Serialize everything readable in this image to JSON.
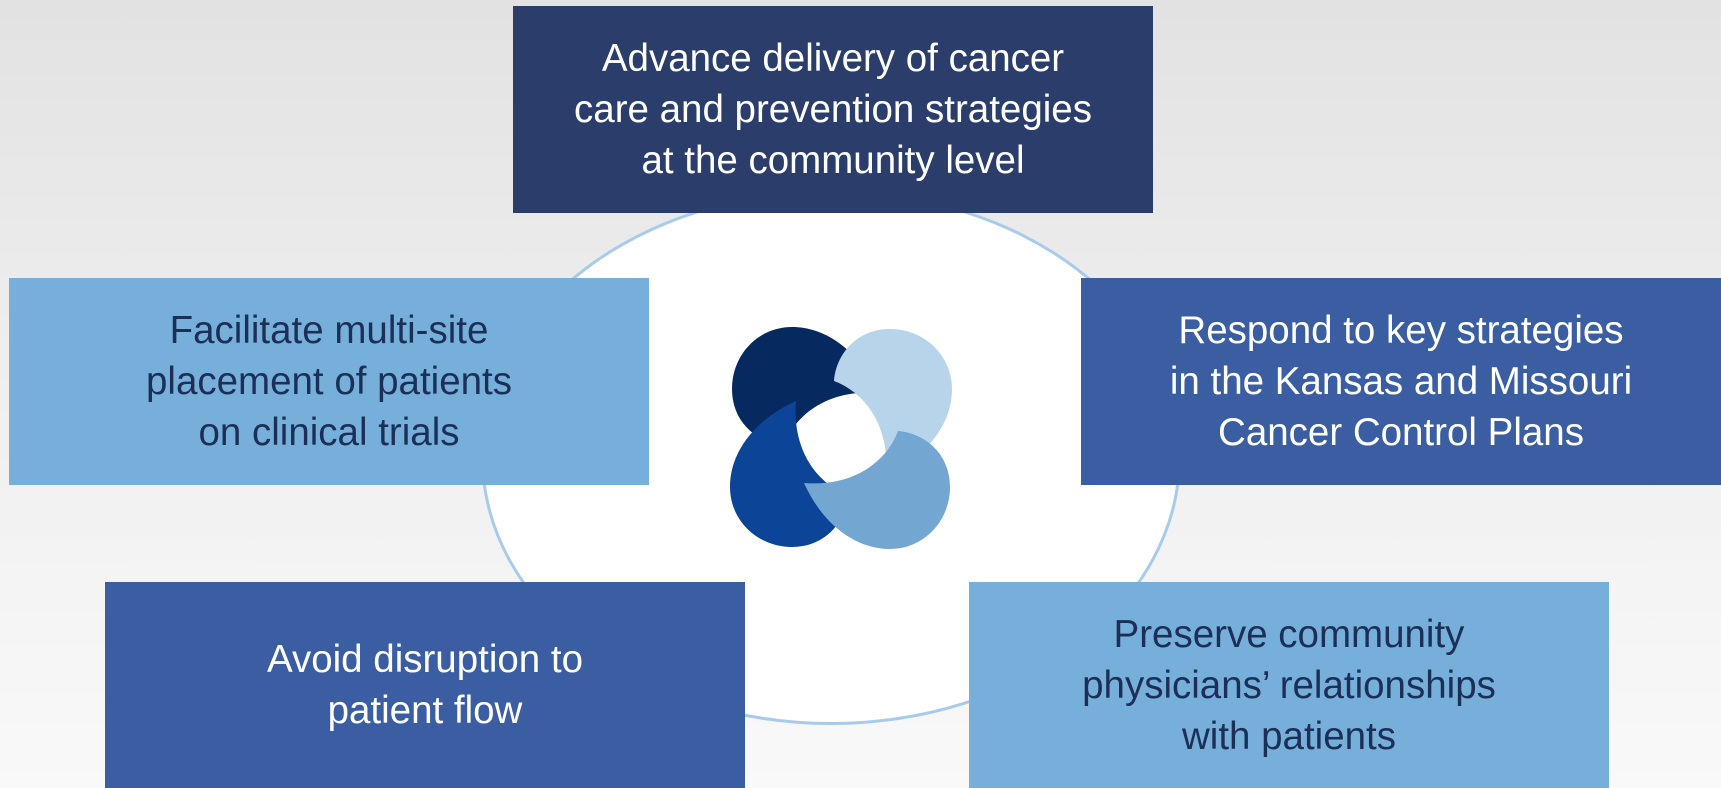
{
  "center_logo": {
    "icon": "four-petal-logo-icon",
    "colors": [
      "#062a5f",
      "#b7d4ea",
      "#0c4497",
      "#74a6d2"
    ]
  },
  "boxes": {
    "top": {
      "lines": [
        "Advance delivery of cancer",
        "care and prevention strategies",
        "at the community level"
      ],
      "color": "#2a3d6b"
    },
    "left": {
      "lines": [
        "Facilitate multi-site",
        "placement of patients",
        "on clinical trials"
      ],
      "color": "#77afdb"
    },
    "right": {
      "lines": [
        "Respond to key strategies",
        "in the Kansas and Missouri",
        "Cancer Control Plans"
      ],
      "color": "#3b5ea3"
    },
    "bottom_left": {
      "lines": [
        "Avoid disruption to",
        "patient flow"
      ],
      "color": "#3b5ea3"
    },
    "bottom_right": {
      "lines": [
        "Preserve community",
        "physicians’ relationships",
        "with patients"
      ],
      "color": "#77afdb"
    }
  }
}
